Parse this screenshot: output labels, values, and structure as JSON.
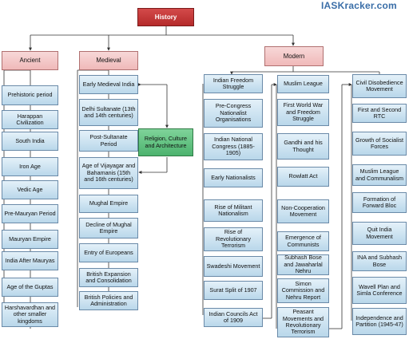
{
  "brand": "IASKracker.com",
  "root": "History",
  "ancient": {
    "title": "Ancient",
    "items": [
      "Prehistoric period",
      "Harappan Civilization",
      "South India",
      "Iron Age",
      "Vedic Age",
      "Pre-Mauryan Period",
      "Mauryan Empire",
      "India After Mauryas",
      "Age of the Guptas",
      "Harshavardhan and other smaller kingdoms"
    ]
  },
  "medieval": {
    "title": "Medieval",
    "items": [
      "Early Medieval India",
      "Delhi Sultanate (13th and 14th centuries)",
      "Post-Sultanate Period",
      "Age of Vijayagar and Bahamanis (15th and 16th centuries)",
      "Mughal Empire",
      "Decline of Mughal Empire",
      "Entry of Europeans",
      "British Expansion and Consolidation",
      "British Policies and Administration"
    ],
    "side": "Religion, Culture and Architecture"
  },
  "modern": {
    "title": "Modern",
    "col1": [
      "Indian Freedom Struggle",
      "Pre-Congress Nationalist Organisations",
      "Indian National Congress (1885-1905)",
      "Early Nationalists",
      "Rise of Militant Nationalism",
      "Rise of Revolutionary Terrorism",
      "Swadeshi Movement",
      "Surat Split of 1907",
      "Indian Councils Act of 1909"
    ],
    "col2": [
      "Muslim League",
      "First World War and Freedom Struggle",
      "Gandhi and his Thought",
      "Rowlatt Act",
      "Non-Cooperation Movement",
      "Emergence of Communists",
      "Subhash Bose and Jawaharlal Nehru",
      "Simon Commission and Nehru Report",
      "Peasant Movements and Revolutionary Terrorism"
    ],
    "col3": [
      "Civil Disobedience Movement",
      "First and Second RTC",
      "Growth of Socialist Forces",
      "Muslim League and Communalism",
      "Formation of Forward Bloc",
      "Quit India Movement",
      "INA and Subhash Bose",
      "Wavell Plan and Simla Conference",
      "Independence and Partition (1945-47)"
    ]
  }
}
